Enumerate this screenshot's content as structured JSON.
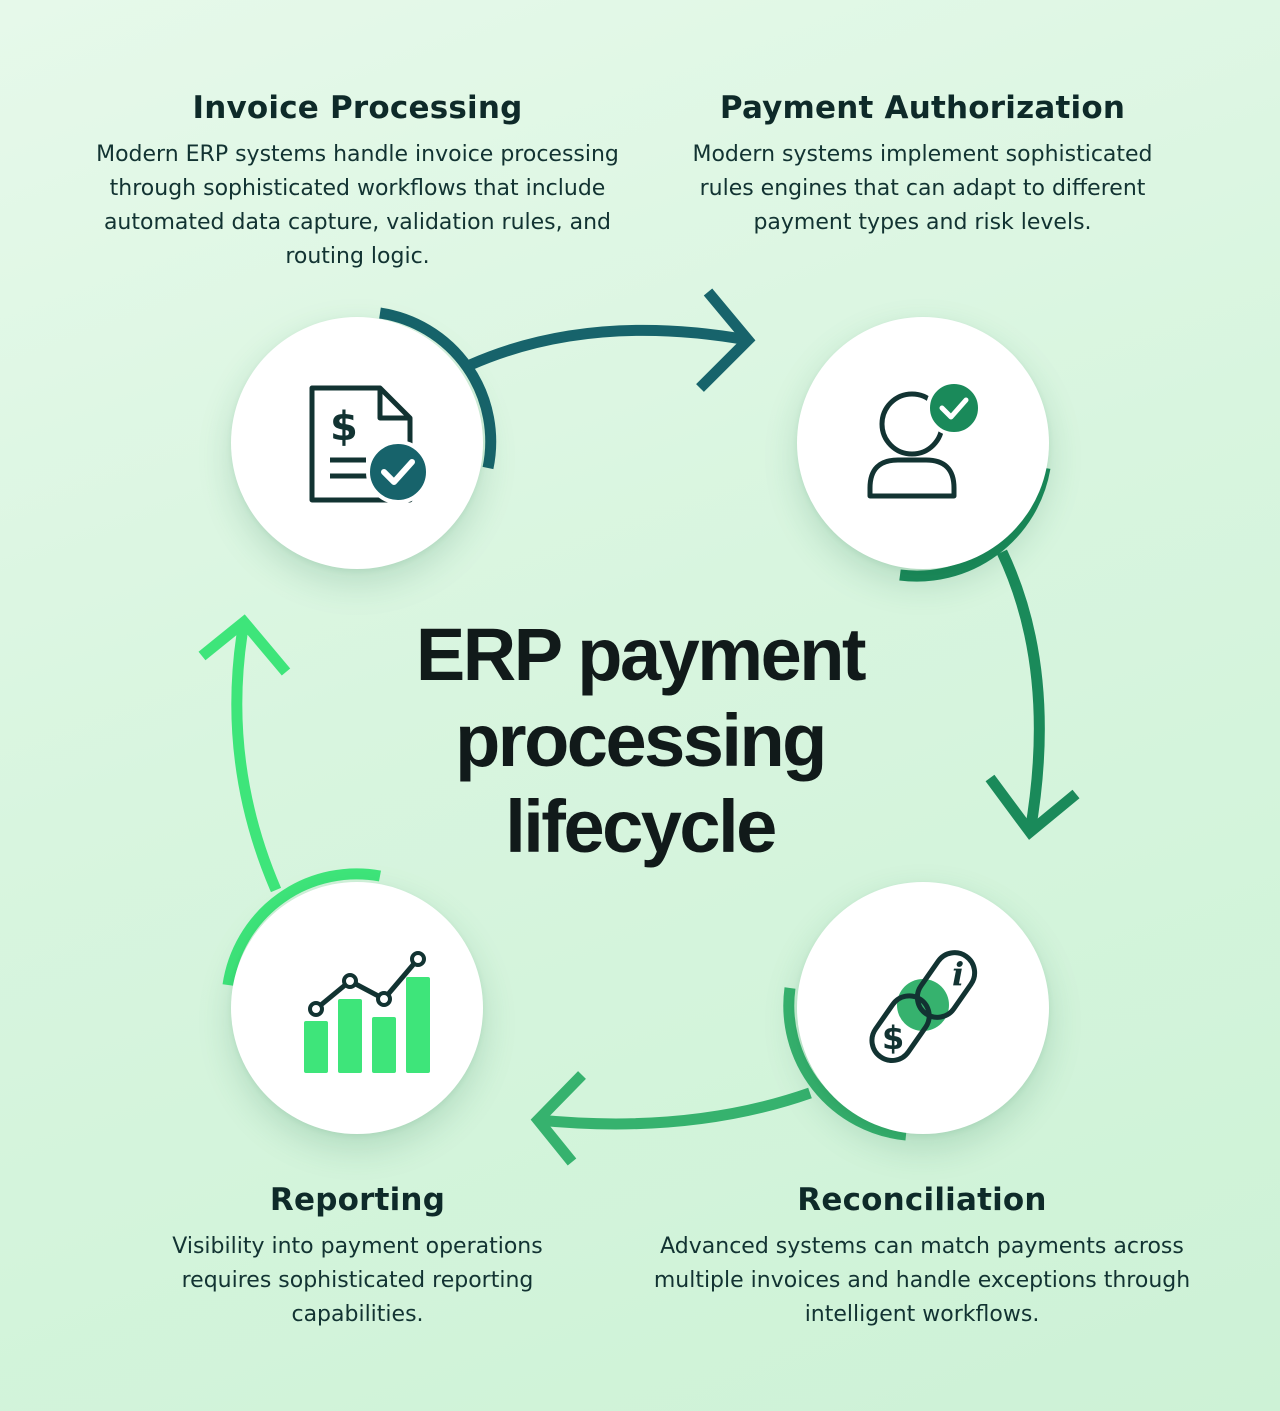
{
  "title": "ERP payment processing lifecycle",
  "steps": [
    {
      "heading": "Invoice Processing",
      "text": "Modern ERP systems handle invoice processing through sophisticated workflows that include automated data capture, validation rules, and routing logic.",
      "icon": "invoice-check-icon"
    },
    {
      "heading": "Payment Authorization",
      "text": "Modern systems implement sophisticated rules engines that can adapt to different payment types and risk levels.",
      "icon": "user-check-icon"
    },
    {
      "heading": "Reconciliation",
      "text": "Advanced systems can match payments across multiple invoices and handle exceptions through intelligent workflows.",
      "icon": "linked-chain-dollar-info-icon"
    },
    {
      "heading": "Reporting",
      "text": "Visibility into payment operations requires sophisticated reporting capabilities.",
      "icon": "bar-line-chart-icon"
    }
  ],
  "icon_glyphs": {
    "dollar": "$",
    "info": "i"
  },
  "colors": {
    "teal_dark": "#17636b",
    "green_dark": "#1a8a5a",
    "green_mid": "#36b26e",
    "green_bright": "#3ee57a",
    "icon_ink": "#123332"
  }
}
